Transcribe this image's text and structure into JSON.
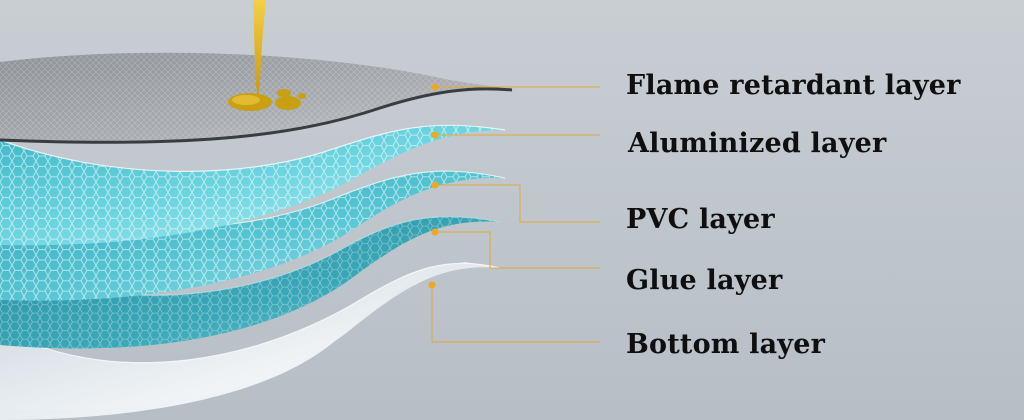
{
  "diagram": {
    "layers": [
      {
        "id": "flame",
        "label": "Flame retardant layer"
      },
      {
        "id": "aluminized",
        "label": "Aluminized layer"
      },
      {
        "id": "pvc",
        "label": "PVC layer"
      },
      {
        "id": "glue",
        "label": "Glue layer"
      },
      {
        "id": "bottom",
        "label": "Bottom layer"
      }
    ],
    "colors": {
      "background": "#c3c9cf",
      "leader_line": "#e0a83a",
      "marker_dot": "#f0a822",
      "oil_drop": "#d8ab16",
      "flame_layer": "#9ea3a8",
      "aluminized_layer": "#5cc9d6",
      "pvc_layer": "#45b8c6",
      "glue_layer": "#2c97a8",
      "bottom_layer": "#dfe5ea"
    },
    "icons": [
      "oil-drop-icon"
    ]
  }
}
